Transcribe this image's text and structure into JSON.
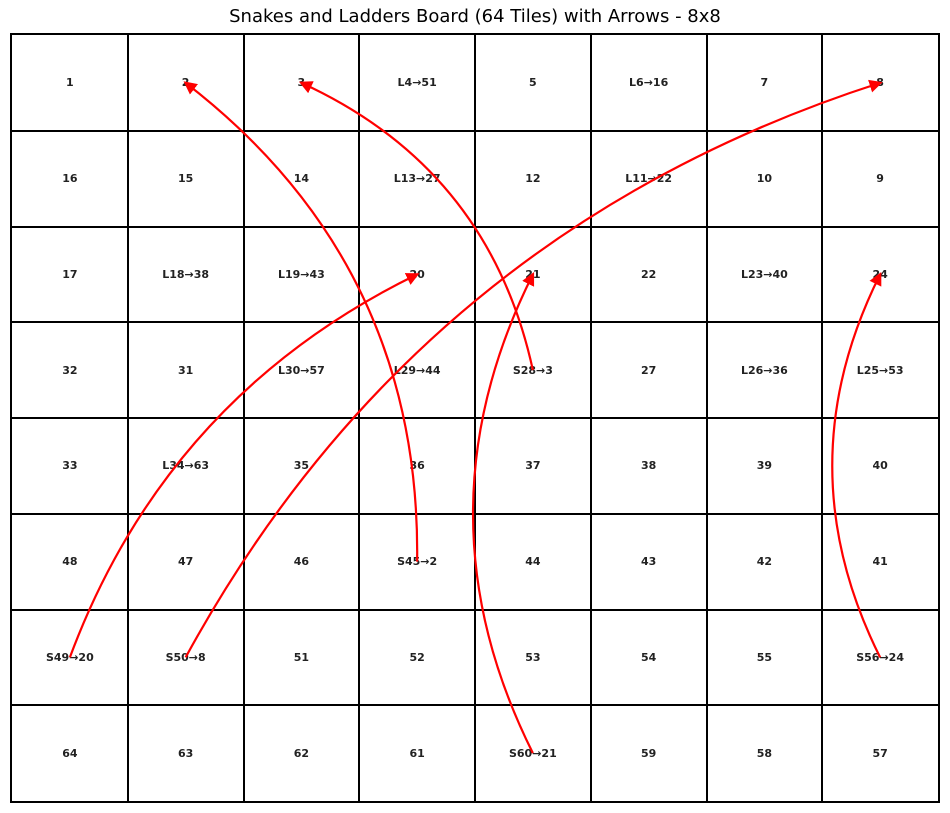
{
  "title": "Snakes and Ladders Board (64 Tiles) with Arrows - 8x8",
  "board": {
    "rows": [
      [
        "1",
        "2",
        "3",
        "L4→51",
        "5",
        "L6→16",
        "7",
        "8"
      ],
      [
        "16",
        "15",
        "14",
        "L13→27",
        "12",
        "L11→22",
        "10",
        "9"
      ],
      [
        "17",
        "L18→38",
        "L19→43",
        "20",
        "21",
        "22",
        "L23→40",
        "24"
      ],
      [
        "32",
        "31",
        "L30→57",
        "L29→44",
        "S28→3",
        "27",
        "L26→36",
        "L25→53"
      ],
      [
        "33",
        "L34→63",
        "35",
        "36",
        "37",
        "38",
        "39",
        "40"
      ],
      [
        "48",
        "47",
        "46",
        "S45→2",
        "44",
        "43",
        "42",
        "41"
      ],
      [
        "S49→20",
        "S50→8",
        "51",
        "52",
        "53",
        "54",
        "55",
        "S56→24"
      ],
      [
        "64",
        "63",
        "62",
        "61",
        "S60→21",
        "59",
        "58",
        "57"
      ]
    ]
  },
  "arrows": [
    {
      "from": {
        "row": 3,
        "col": 4
      },
      "to": {
        "row": 0,
        "col": 2
      },
      "bend": 0.25
    },
    {
      "from": {
        "row": 5,
        "col": 3
      },
      "to": {
        "row": 0,
        "col": 1
      },
      "bend": 0.25
    },
    {
      "from": {
        "row": 6,
        "col": 0
      },
      "to": {
        "row": 2,
        "col": 3
      },
      "bend": -0.2
    },
    {
      "from": {
        "row": 6,
        "col": 1
      },
      "to": {
        "row": 0,
        "col": 7
      },
      "bend": -0.2
    },
    {
      "from": {
        "row": 7,
        "col": 4
      },
      "to": {
        "row": 2,
        "col": 4
      },
      "bend": -0.25
    },
    {
      "from": {
        "row": 6,
        "col": 7
      },
      "to": {
        "row": 2,
        "col": 7
      },
      "bend": -0.25
    }
  ],
  "colors": {
    "arrow": "#ff0000",
    "grid": "#000000",
    "text": "#222222"
  }
}
